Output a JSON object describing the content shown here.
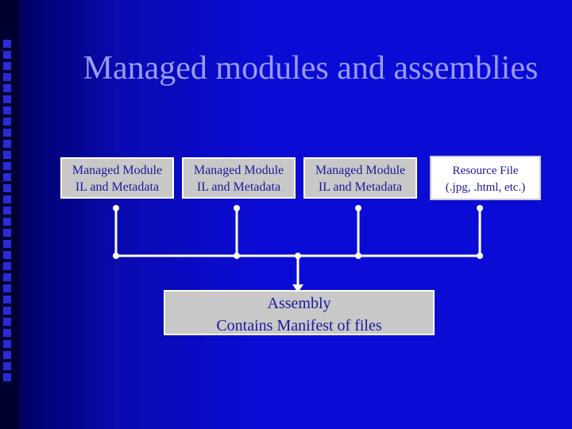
{
  "slide": {
    "title": "Managed modules and assemblies",
    "modules": [
      {
        "line1": "Managed Module",
        "line2": "IL and Metadata"
      },
      {
        "line1": "Managed Module",
        "line2": "IL and Metadata"
      },
      {
        "line1": "Managed Module",
        "line2": "IL and Metadata"
      }
    ],
    "resource": {
      "line1": "Resource File",
      "line2": "(.jpg, .html, etc.)"
    },
    "assembly": {
      "line1": "Assembly",
      "line2": "Contains Manifest of files"
    }
  },
  "colors": {
    "background": "#0b0bd6",
    "title": "#9a9aff",
    "box_fill": "#c8c8c8",
    "box_text": "#1a1a9a",
    "connector": "#ffffff"
  }
}
